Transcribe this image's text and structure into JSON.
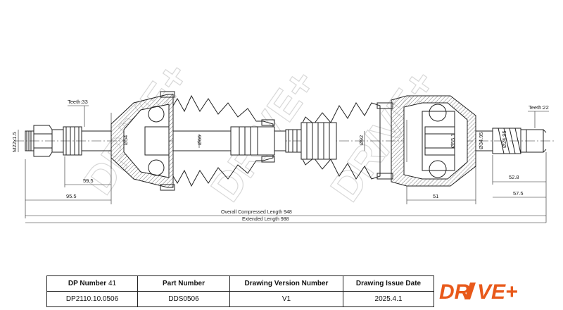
{
  "watermark": "DR/VE+",
  "drawing": {
    "teeth_left": "Teeth:33",
    "teeth_right": "Teeth:22",
    "thread": "M22x1.5",
    "dia_54": "Ø54",
    "dia_66": "Ø66",
    "dia_92": "Ø92",
    "dia_55_1": "Ø55.1",
    "dia_34_95": "Ø34.95",
    "dia_24_95": "Ø24.95",
    "dim_59_5": "59.5",
    "dim_95_5": "95.5",
    "dim_51": "51",
    "dim_52_8": "52.8",
    "dim_57_5": "57.5",
    "compressed_label": "Overall  Compressed  Length",
    "compressed_value": "948",
    "extended_label": "Extended  Length",
    "extended_value": "988"
  },
  "title_block": {
    "dp_number_label": "DP Number",
    "dp_number_count": "41",
    "part_number_label": "Part Number",
    "drawing_version_label": "Drawing Version Number",
    "drawing_issue_label": "Drawing Issue Date",
    "dp_number_value": "DP2110.10.0506",
    "part_number_value": "DDS0506",
    "drawing_version_value": "V1",
    "drawing_issue_value": "2025.4.1"
  },
  "logo": {
    "text_left": "DR",
    "text_right": "VE+",
    "color": "#e8591a"
  },
  "colors": {
    "line": "#222222",
    "hatch": "#555555"
  }
}
